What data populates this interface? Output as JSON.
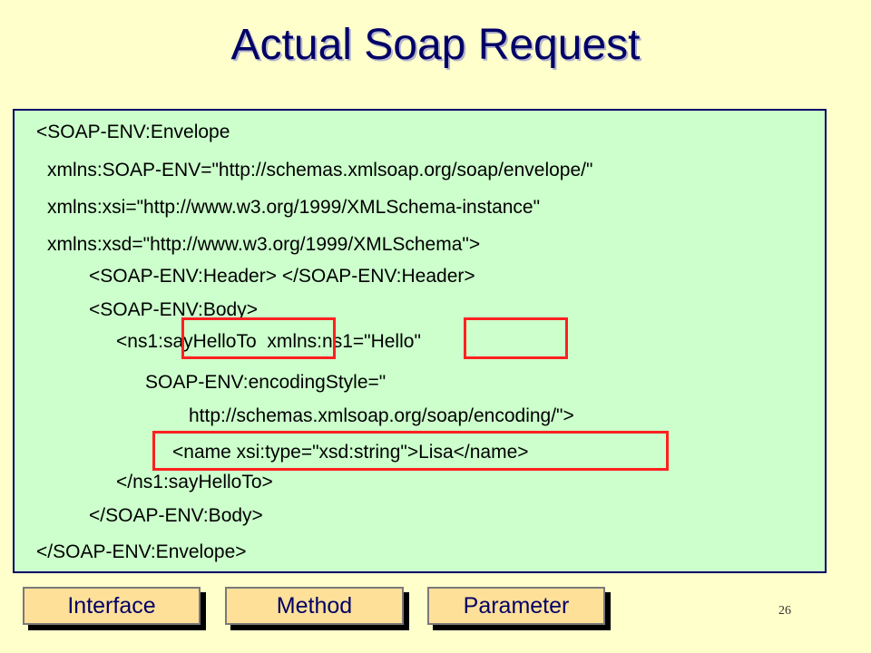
{
  "slide": {
    "title": "Actual Soap Request",
    "page_number": "26"
  },
  "code": {
    "lines": [
      "<SOAP-ENV:Envelope",
      "xmlns:SOAP-ENV=\"http://schemas.xmlsoap.org/soap/envelope/\"",
      "xmlns:xsi=\"http://www.w3.org/1999/XMLSchema-instance\"",
      "xmlns:xsd=\"http://www.w3.org/1999/XMLSchema\">",
      "<SOAP-ENV:Header> </SOAP-ENV:Header>",
      "<SOAP-ENV:Body>",
      "<ns1:sayHelloTo  xmlns:ns1=\"Hello\"",
      "SOAP-ENV:encodingStyle=\"",
      "http://schemas.xmlsoap.org/soap/encoding/\">",
      "<name xsi:type=\"xsd:string\">Lisa</name>",
      "</ns1:sayHelloTo>",
      "</SOAP-ENV:Body>",
      "</SOAP-ENV:Envelope>"
    ]
  },
  "buttons": {
    "interface": "Interface",
    "method": "Method",
    "parameter": "Parameter"
  },
  "colors": {
    "background": "#ffffcc",
    "code_background": "#ccffcc",
    "border": "#000066",
    "highlight": "#ff2020",
    "button_fill": "#ffe099"
  }
}
